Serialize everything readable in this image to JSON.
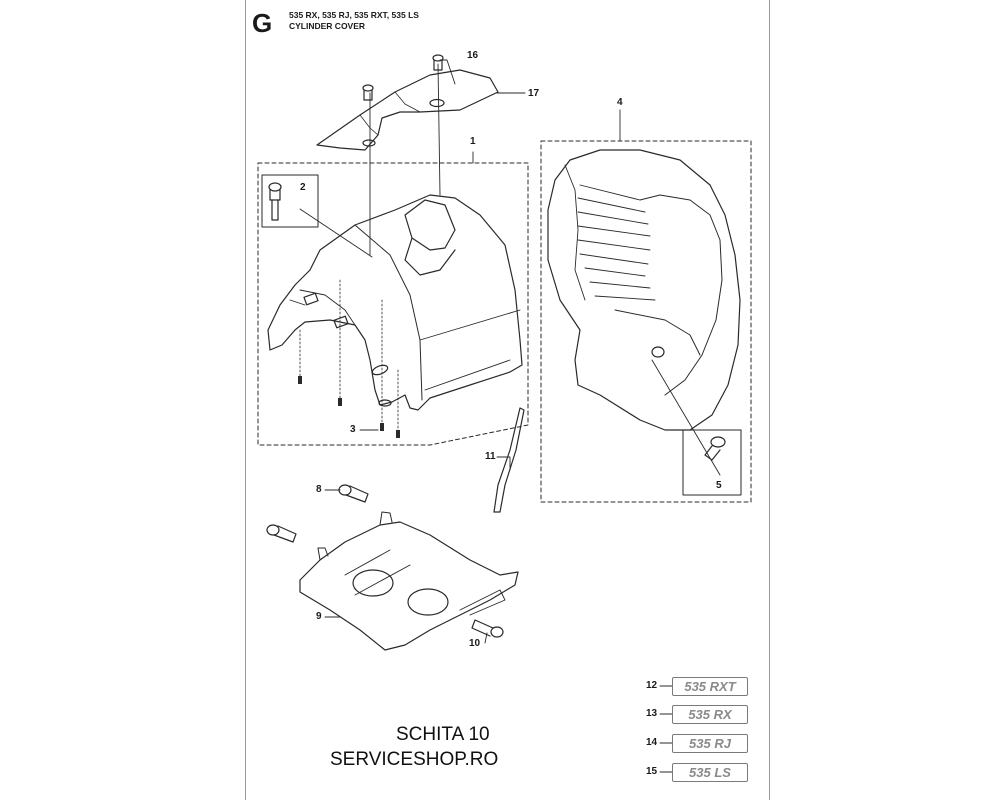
{
  "header": {
    "letter": "G",
    "models": "535 RX, 535 RJ, 535 RXT, 535 LS",
    "title": "CYLINDER COVER"
  },
  "refs": [
    "1",
    "2",
    "3",
    "4",
    "5",
    "8",
    "9",
    "10",
    "11",
    "16",
    "17"
  ],
  "badges": [
    {
      "num": "12",
      "label": "535 RXT"
    },
    {
      "num": "13",
      "label": "535 RX"
    },
    {
      "num": "14",
      "label": "535 RJ"
    },
    {
      "num": "15",
      "label": "535 LS"
    }
  ],
  "caption": {
    "line1": "SCHITA 10",
    "line2": "SERVICESHOP.RO"
  }
}
